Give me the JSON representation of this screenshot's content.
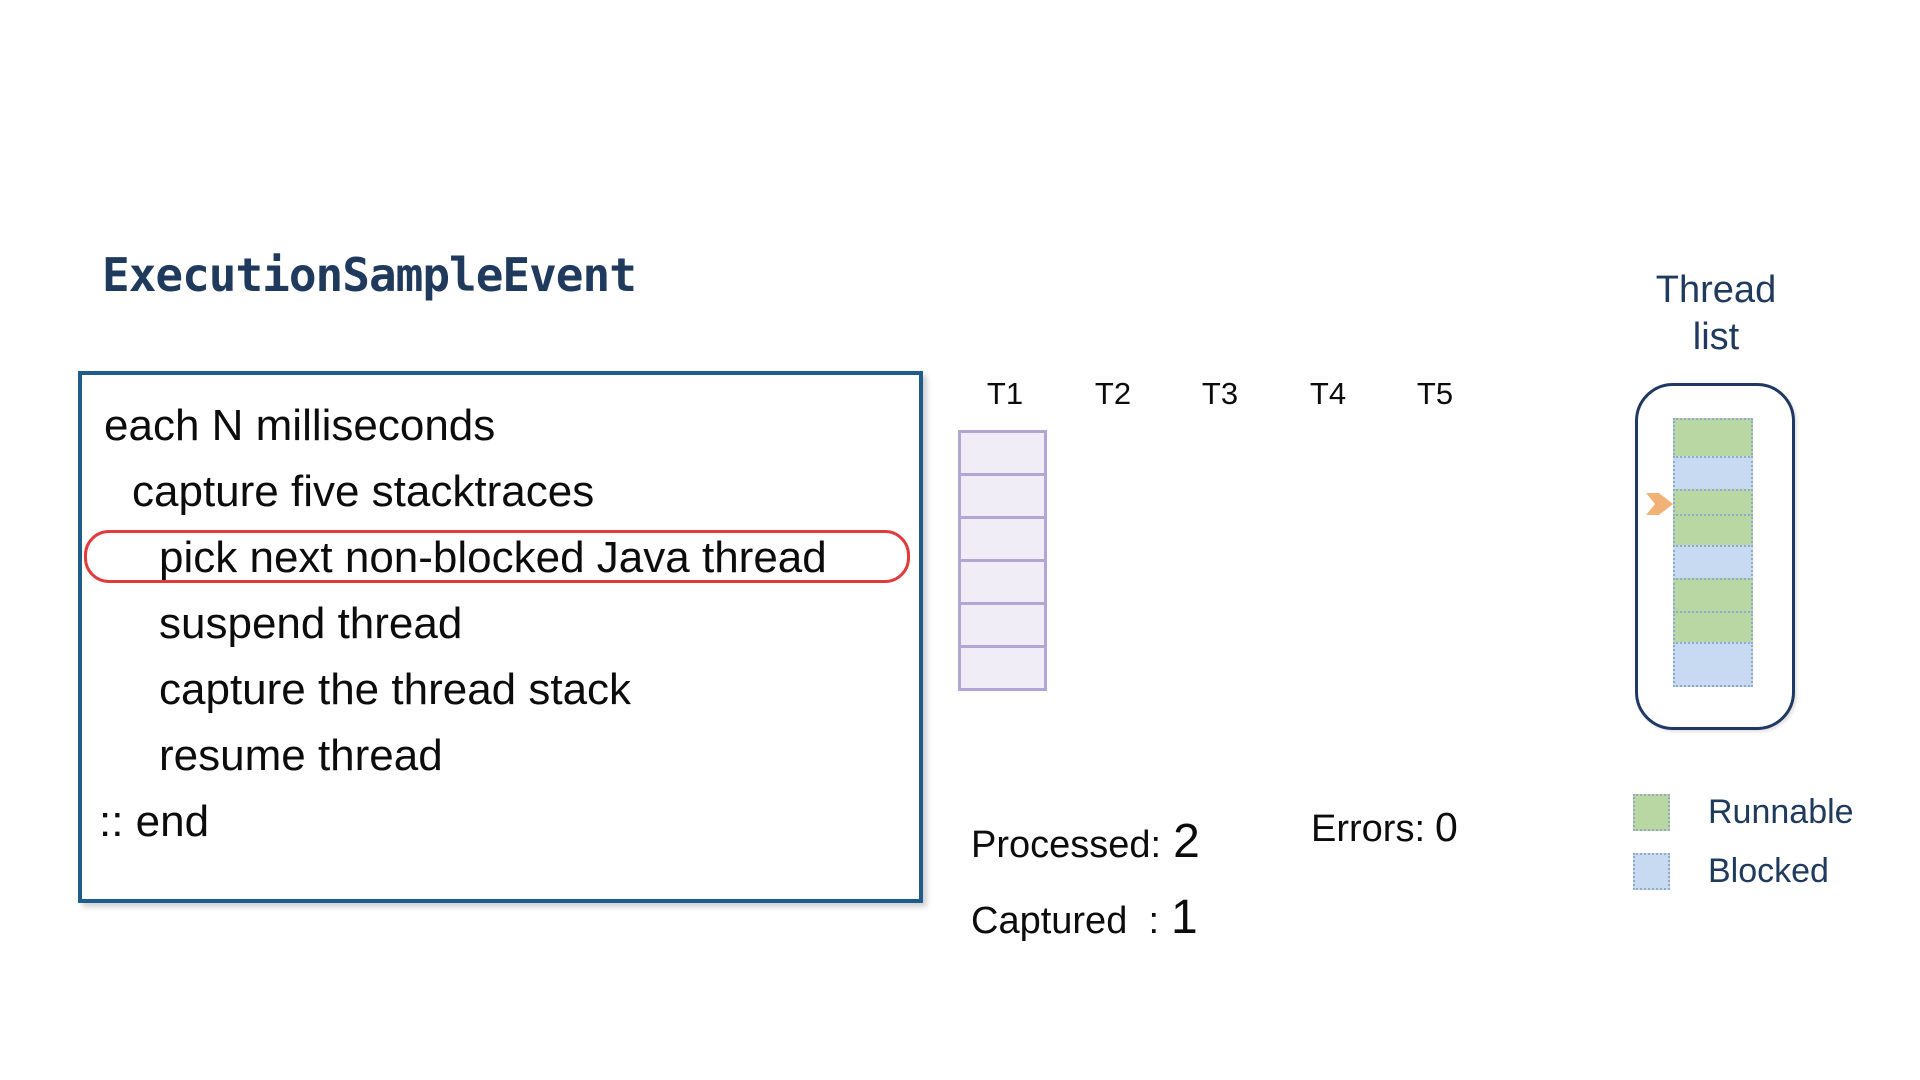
{
  "title": "ExecutionSampleEvent",
  "colors": {
    "title_text": "#1f3a5c",
    "navy_text": "#1f3a5c",
    "box_border": "#1f5c8b",
    "highlight_red": "#e03c3c",
    "sample_cell_fill": "#f0edf7",
    "sample_cell_border": "#b2a6d4",
    "runnable_green": "#b9d7a2",
    "blocked_blue": "#c8daf2",
    "cell_dot_border": "#8faacc",
    "thread_list_border": "#1f3864",
    "arrow_orange": "#f2b176"
  },
  "pseudocode": {
    "lines": [
      {
        "text": "each N milliseconds",
        "indent": 0,
        "highlighted": false
      },
      {
        "text": "capture five stacktraces",
        "indent": 1,
        "highlighted": false
      },
      {
        "text": "pick next non-blocked Java thread",
        "indent": 2,
        "highlighted": true
      },
      {
        "text": "suspend thread",
        "indent": 2,
        "highlighted": false
      },
      {
        "text": "capture the thread stack",
        "indent": 2,
        "highlighted": false
      },
      {
        "text": "resume thread",
        "indent": 2,
        "highlighted": false
      },
      {
        "text": ":: end",
        "indent": "e",
        "highlighted": false
      }
    ]
  },
  "threads": {
    "columns": [
      "T1",
      "T2",
      "T3",
      "T4",
      "T5"
    ],
    "t1_empty_slots": 6
  },
  "stats": {
    "processed_label": "Processed:",
    "processed_value": "2",
    "captured_label": "Captured  :",
    "captured_value": "1",
    "errors_label": "Errors:",
    "errors_value": "0"
  },
  "thread_list": {
    "title_line1": "Thread",
    "title_line2": "list",
    "cells": [
      "runnable",
      "blocked",
      "runnable",
      "runnable",
      "blocked",
      "runnable",
      "runnable",
      "blocked"
    ],
    "arrow_cell_index": 2
  },
  "legend": [
    {
      "label": "Runnable",
      "state": "runnable"
    },
    {
      "label": "Blocked",
      "state": "blocked"
    }
  ]
}
